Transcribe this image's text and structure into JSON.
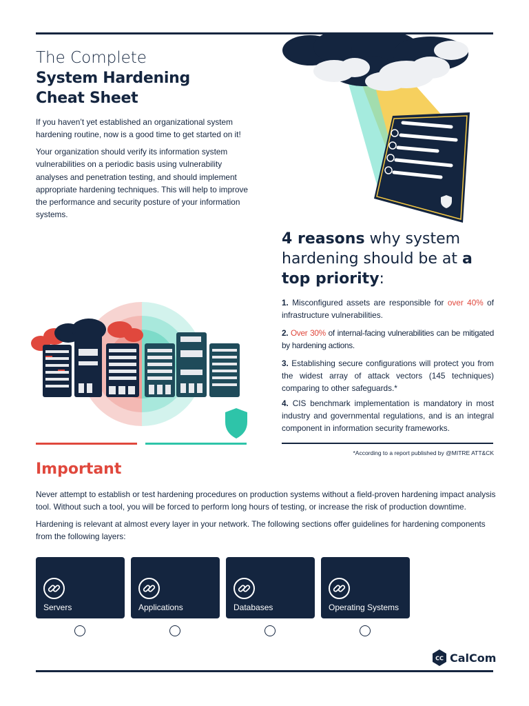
{
  "header": {
    "title_line1": "The Complete",
    "title_line2": "System Hardening",
    "title_line3": "Cheat Sheet"
  },
  "intro": {
    "para1": "If you haven’t yet established an organizational system hardening routine, now is a good time to get started on it!",
    "para2": "Your organization should verify its information system vulnerabilities on a periodic basis using vulnerability analyses and penetration testing, and should implement appropriate hardening techniques. This will help to improve the performance and security posture of your information systems."
  },
  "reasons": {
    "heading_bold1": "4 reasons",
    "heading_mid": " why system hardening should be at ",
    "heading_bold2": "a top priority",
    "heading_end": ":",
    "items": [
      {
        "num": "1.",
        "pre": " Misconfigured assets are responsible for ",
        "highlight": "over 40%",
        "post": " of infrastructure vulnerabilities."
      },
      {
        "num": "2.",
        "pre": " ",
        "highlight": "Over 30%",
        "post": " of internal-facing vulnerabilities can be mitigated by hardening actions."
      },
      {
        "num": "3.",
        "pre": " Establishing secure configurations will protect you from the widest array of attack vectors (145 techniques) comparing to other safeguards.*",
        "highlight": "",
        "post": ""
      },
      {
        "num": "4.",
        "pre": " CIS benchmark implementation is mandatory in most industry and governmental regulations, and is an integral component in information security frameworks.",
        "highlight": "",
        "post": ""
      }
    ],
    "footnote": "*According to a report published by @MITRE ATT&CK"
  },
  "important": {
    "heading": "Important",
    "para1": "Never attempt to establish or test hardening procedures on production systems without a field-proven hardening impact analysis tool. Without such a tool, you will be forced to perform long hours of testing, or increase the risk of production downtime.",
    "para2": "Hardening is relevant at almost every layer in your network. The following sections offer guidelines for hardening components from the following layers:"
  },
  "layers": [
    {
      "label": "Servers",
      "icon": "link-icon"
    },
    {
      "label": "Applications",
      "icon": "link-icon"
    },
    {
      "label": "Databases",
      "icon": "link-icon"
    },
    {
      "label": "Operating Systems",
      "icon": "link-icon"
    }
  ],
  "brand": {
    "name": "CalCom",
    "logo_text": "CC"
  },
  "colors": {
    "navy": "#14253f",
    "red": "#e0483d",
    "teal": "#2ec4a9",
    "yellow": "#f5c842"
  }
}
